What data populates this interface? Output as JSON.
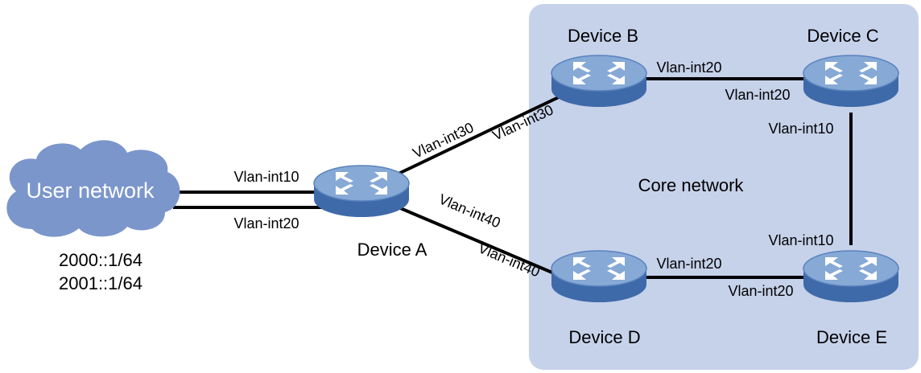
{
  "colors": {
    "core_area": "#c6d2ea",
    "cloud": "#7b96cb",
    "router_top": "#8aaed8",
    "router_side": "#4a74b2",
    "link": "#000000"
  },
  "cloud": {
    "label": "User network",
    "addr1": "2000::1/64",
    "addr2": "2001::1/64"
  },
  "core": {
    "label": "Core network"
  },
  "devices": {
    "a": {
      "name": "Device A"
    },
    "b": {
      "name": "Device B"
    },
    "c": {
      "name": "Device C"
    },
    "d": {
      "name": "Device D"
    },
    "e": {
      "name": "Device E"
    }
  },
  "links": {
    "user_a_1": "Vlan-int10",
    "user_a_2": "Vlan-int20",
    "a_b_near_a": "Vlan-int30",
    "a_b_near_b": "Vlan-int30",
    "a_d_near_a": "Vlan-int40",
    "a_d_near_d": "Vlan-int40",
    "b_c_near_b": "Vlan-int20",
    "b_c_near_c": "Vlan-int20",
    "c_e_near_c": "Vlan-int10",
    "c_e_near_e": "Vlan-int10",
    "d_e_near_d": "Vlan-int20",
    "d_e_near_e": "Vlan-int20"
  }
}
